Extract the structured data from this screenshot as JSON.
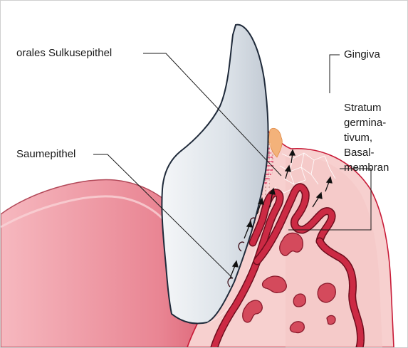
{
  "labels": {
    "orales_sulkusepithel": "orales Sulkusepithel",
    "saumepithel": "Saumepithel",
    "gingiva": "Gingiva",
    "stratum_lines": [
      "Stratum",
      "germina-",
      "tivum,",
      "Basal-",
      "membran"
    ]
  },
  "colors": {
    "tooth_fill": "#dfe4ea",
    "tooth_stroke": "#1f2a3a",
    "gingiva_fill": "#f7d0cf",
    "gingiva_edge": "#c81a37",
    "vessel_fill": "#cc2a44",
    "vessel_stroke": "#6e0e1e",
    "lip_fill": "#ec8f9a",
    "leader_line": "#1a1a1a"
  }
}
